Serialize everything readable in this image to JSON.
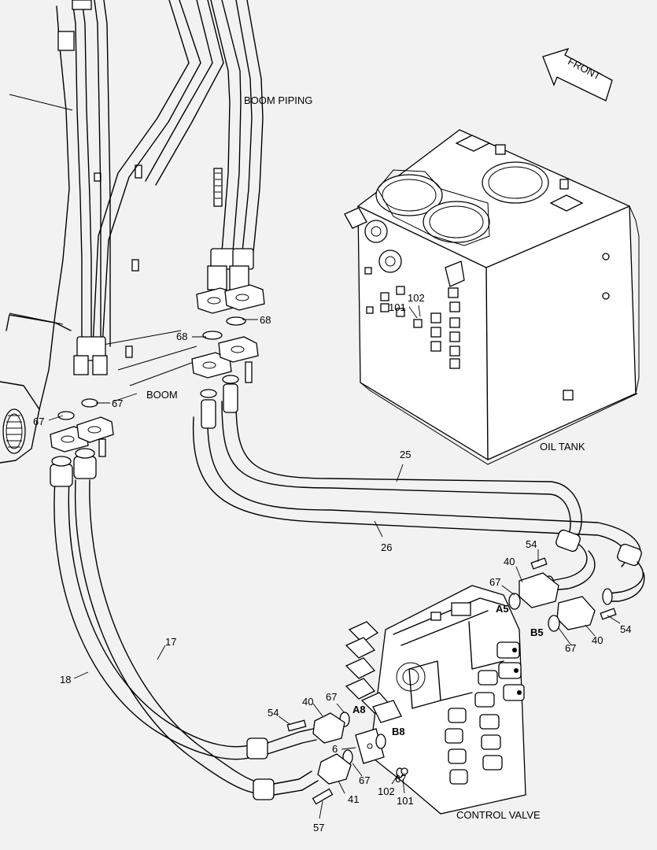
{
  "labels": {
    "front": "FRONT",
    "boom_piping": "BOOM PIPING",
    "boom": "BOOM",
    "oil_tank": "OIL TANK",
    "control_valve": "CONTROL VALVE",
    "port_a5": "A5",
    "port_b5": "B5",
    "port_a8": "A8",
    "port_b8": "B8"
  },
  "callouts": [
    {
      "id": "c68a",
      "text": "68"
    },
    {
      "id": "c68b",
      "text": "68"
    },
    {
      "id": "c67a",
      "text": "67"
    },
    {
      "id": "c67b",
      "text": "67"
    },
    {
      "id": "c102a",
      "text": "102"
    },
    {
      "id": "c101a",
      "text": "101"
    },
    {
      "id": "c25",
      "text": "25"
    },
    {
      "id": "c26",
      "text": "26"
    },
    {
      "id": "c54a",
      "text": "54"
    },
    {
      "id": "c40a",
      "text": "40"
    },
    {
      "id": "c67c",
      "text": "67"
    },
    {
      "id": "c54b",
      "text": "54"
    },
    {
      "id": "c40b",
      "text": "40"
    },
    {
      "id": "c67d",
      "text": "67"
    },
    {
      "id": "c17",
      "text": "17"
    },
    {
      "id": "c18",
      "text": "18"
    },
    {
      "id": "c54c",
      "text": "54"
    },
    {
      "id": "c40c",
      "text": "40"
    },
    {
      "id": "c67e",
      "text": "67"
    },
    {
      "id": "c6",
      "text": "6"
    },
    {
      "id": "c67f",
      "text": "67"
    },
    {
      "id": "c67g",
      "text": "67"
    },
    {
      "id": "c102b",
      "text": "102"
    },
    {
      "id": "c101b",
      "text": "101"
    },
    {
      "id": "c41",
      "text": "41"
    },
    {
      "id": "c57",
      "text": "57"
    }
  ]
}
